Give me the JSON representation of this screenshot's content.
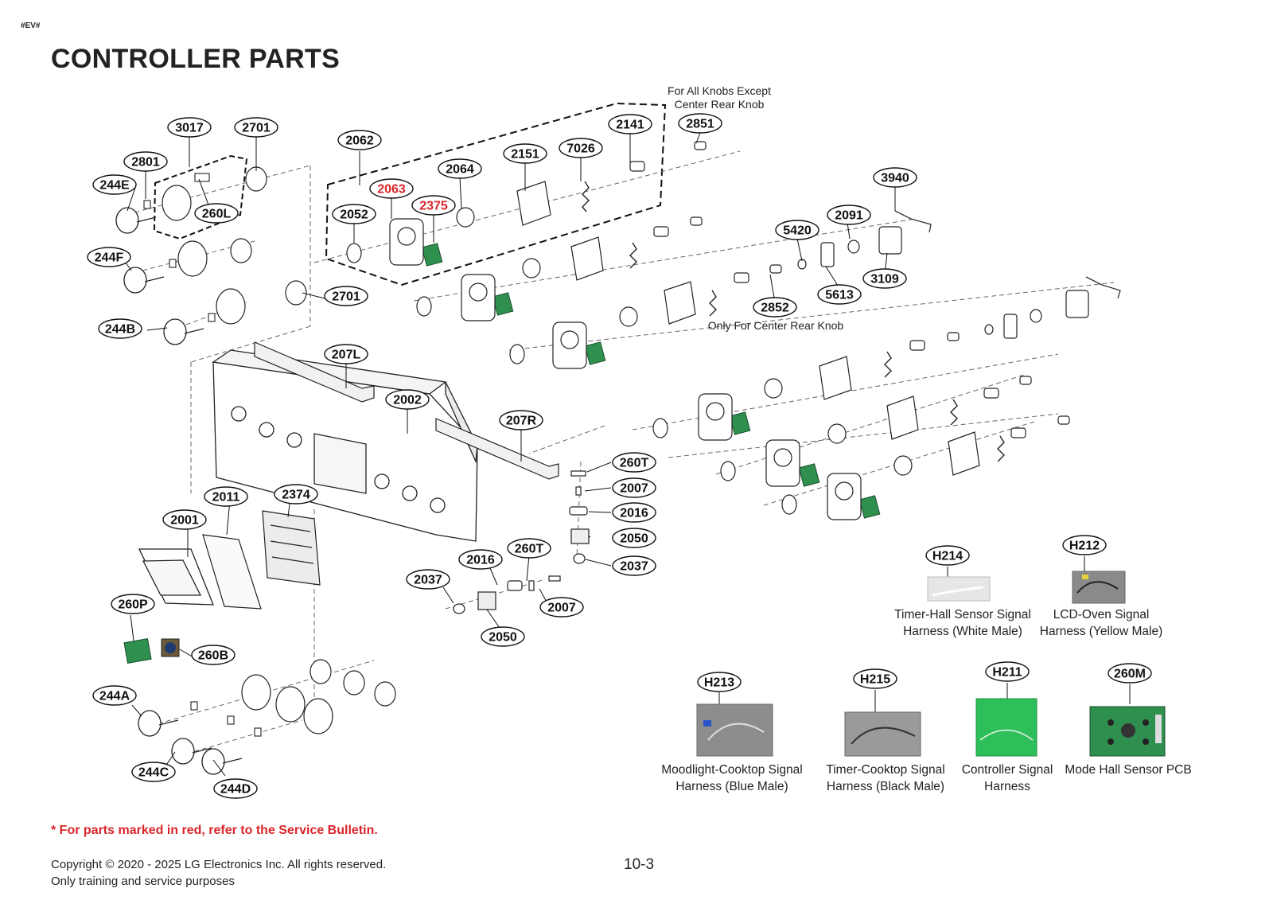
{
  "header": {
    "tag": "#EV#",
    "title": "CONTROLLER PARTS"
  },
  "diagram_notes": {
    "top_note": [
      "For All Knobs Except",
      "Center Rear Knob"
    ],
    "center_note": "Only For Center Rear Knob"
  },
  "callouts": [
    {
      "id": "3017",
      "red": false
    },
    {
      "id": "2701",
      "red": false
    },
    {
      "id": "2801",
      "red": false
    },
    {
      "id": "244E",
      "red": false
    },
    {
      "id": "260L",
      "red": false
    },
    {
      "id": "244F",
      "red": false
    },
    {
      "id": "244B",
      "red": false
    },
    {
      "id": "2062",
      "red": false
    },
    {
      "id": "2063",
      "red": true
    },
    {
      "id": "2064",
      "red": false
    },
    {
      "id": "2151",
      "red": false
    },
    {
      "id": "7026",
      "red": false
    },
    {
      "id": "2141",
      "red": false
    },
    {
      "id": "2851",
      "red": false
    },
    {
      "id": "2052",
      "red": false
    },
    {
      "id": "2375",
      "red": true
    },
    {
      "id": "2701",
      "red": false
    },
    {
      "id": "3940",
      "red": false
    },
    {
      "id": "2091",
      "red": false
    },
    {
      "id": "5420",
      "red": false
    },
    {
      "id": "3109",
      "red": false
    },
    {
      "id": "5613",
      "red": false
    },
    {
      "id": "2852",
      "red": false
    },
    {
      "id": "207L",
      "red": false
    },
    {
      "id": "2002",
      "red": false
    },
    {
      "id": "207R",
      "red": false
    },
    {
      "id": "260T",
      "red": false
    },
    {
      "id": "2007",
      "red": false
    },
    {
      "id": "2016",
      "red": false
    },
    {
      "id": "2050",
      "red": false
    },
    {
      "id": "2037",
      "red": false
    },
    {
      "id": "2011",
      "red": false
    },
    {
      "id": "2374",
      "red": false
    },
    {
      "id": "2001",
      "red": false
    },
    {
      "id": "2016",
      "red": false
    },
    {
      "id": "260T",
      "red": false
    },
    {
      "id": "2037",
      "red": false
    },
    {
      "id": "2007",
      "red": false
    },
    {
      "id": "2050",
      "red": false
    },
    {
      "id": "260P",
      "red": false
    },
    {
      "id": "260B",
      "red": false
    },
    {
      "id": "244A",
      "red": false
    },
    {
      "id": "244C",
      "red": false
    },
    {
      "id": "244D",
      "red": false
    },
    {
      "id": "H214",
      "red": false
    },
    {
      "id": "H212",
      "red": false
    },
    {
      "id": "H213",
      "red": false
    },
    {
      "id": "H215",
      "red": false
    },
    {
      "id": "H211",
      "red": false
    },
    {
      "id": "260M",
      "red": false
    }
  ],
  "harness_parts": [
    {
      "id": "H214",
      "caption": [
        "Timer-Hall Sensor Signal",
        "Harness (White Male)"
      ]
    },
    {
      "id": "H212",
      "caption": [
        "LCD-Oven Signal",
        "Harness (Yellow Male)"
      ]
    },
    {
      "id": "H213",
      "caption": [
        "Moodlight-Cooktop Signal",
        "Harness (Blue Male)"
      ]
    },
    {
      "id": "H215",
      "caption": [
        "Timer-Cooktop Signal",
        "Harness (Black Male)"
      ]
    },
    {
      "id": "H211",
      "caption": [
        "Controller Signal",
        "Harness"
      ]
    },
    {
      "id": "260M",
      "caption": [
        "Mode Hall Sensor PCB",
        ""
      ]
    }
  ],
  "footer": {
    "note": "* For parts marked in red, refer to the Service Bulletin.",
    "copyright_line1": "Copyright © 2020 - 2025 LG Electronics Inc. All rights reserved.",
    "copyright_line2": "Only training and service purposes",
    "page_number": "10-3"
  },
  "colors": {
    "red_callout": "#d9252a",
    "pcb_green": "#2f8f4e",
    "harness_green": "#2fbf5a"
  }
}
